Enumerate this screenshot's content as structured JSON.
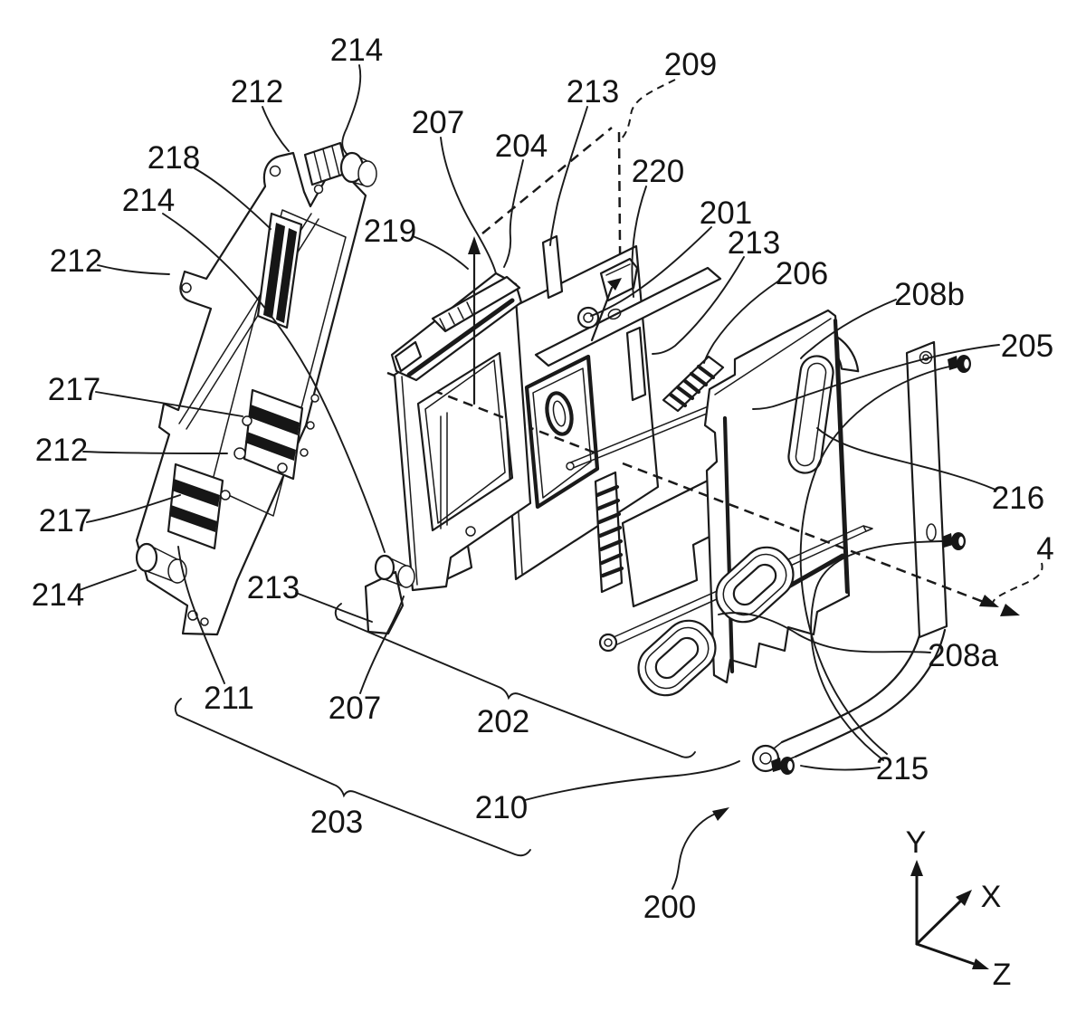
{
  "figure": {
    "kind": "patent-exploded-view-diagram",
    "background_color": "#ffffff",
    "line_color": "#1a1a1a",
    "section_mark": "4"
  },
  "labels": [
    {
      "id": "ref-214-top",
      "text": "214"
    },
    {
      "id": "ref-212-top",
      "text": "212"
    },
    {
      "id": "ref-218",
      "text": "218"
    },
    {
      "id": "ref-214-mid",
      "text": "214"
    },
    {
      "id": "ref-212-left",
      "text": "212"
    },
    {
      "id": "ref-217-upper",
      "text": "217"
    },
    {
      "id": "ref-212-mid",
      "text": "212"
    },
    {
      "id": "ref-217-lower",
      "text": "217"
    },
    {
      "id": "ref-214-bottom",
      "text": "214"
    },
    {
      "id": "ref-213-bottomleft",
      "text": "213"
    },
    {
      "id": "ref-211",
      "text": "211"
    },
    {
      "id": "ref-207-bottom",
      "text": "207"
    },
    {
      "id": "ref-202",
      "text": "202"
    },
    {
      "id": "ref-203",
      "text": "203"
    },
    {
      "id": "ref-210",
      "text": "210"
    },
    {
      "id": "ref-200",
      "text": "200"
    },
    {
      "id": "ref-215",
      "text": "215"
    },
    {
      "id": "ref-208a",
      "text": "208a"
    },
    {
      "id": "ref-4",
      "text": "4"
    },
    {
      "id": "ref-216",
      "text": "216"
    },
    {
      "id": "ref-205",
      "text": "205"
    },
    {
      "id": "ref-208b",
      "text": "208b"
    },
    {
      "id": "ref-206",
      "text": "206"
    },
    {
      "id": "ref-213-right",
      "text": "213"
    },
    {
      "id": "ref-201",
      "text": "201"
    },
    {
      "id": "ref-220",
      "text": "220"
    },
    {
      "id": "ref-209",
      "text": "209"
    },
    {
      "id": "ref-213-top",
      "text": "213"
    },
    {
      "id": "ref-204",
      "text": "204"
    },
    {
      "id": "ref-207-top",
      "text": "207"
    },
    {
      "id": "ref-219",
      "text": "219"
    }
  ],
  "axis": {
    "x": "X",
    "y": "Y",
    "z": "Z"
  }
}
